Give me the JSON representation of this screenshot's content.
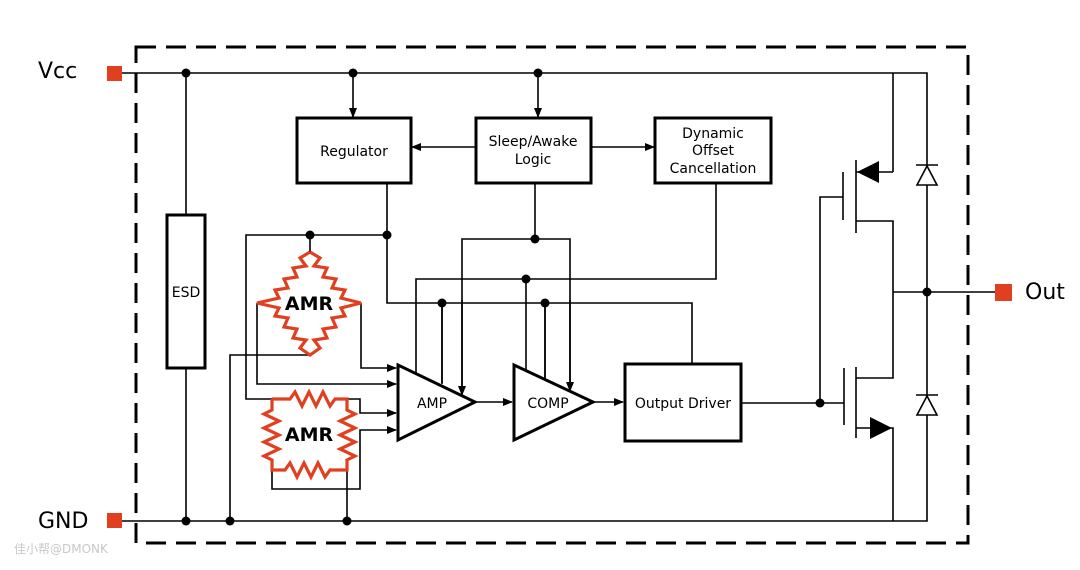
{
  "pins": {
    "vcc": "Vcc",
    "gnd": "GND",
    "out": "Out"
  },
  "blocks": {
    "esd": "ESD",
    "regulator": "Regulator",
    "sleep_awake": [
      "Sleep/Awake",
      "Logic"
    ],
    "offset": [
      "Dynamic",
      "Offset",
      "Cancellation"
    ],
    "amp": "AMP",
    "comp": "COMP",
    "output_driver": "Output Driver"
  },
  "sensors": {
    "amr_top": "AMR",
    "amr_bottom": "AMR"
  },
  "colors": {
    "pin": "#e0401f",
    "amr": "#e0401f",
    "line": "#000000"
  },
  "watermark": "佳小帮@DMONK"
}
